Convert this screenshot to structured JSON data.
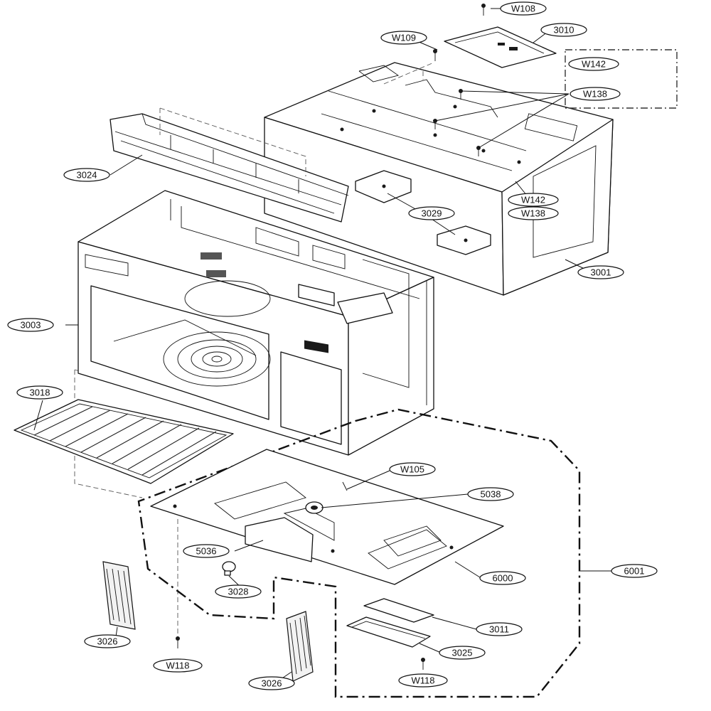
{
  "labels": {
    "w108": "W108",
    "w109": "W109",
    "p3010": "3010",
    "w142_top": "W142",
    "w138_top": "W138",
    "w142_mid": "W142",
    "w138_mid": "W138",
    "p3024": "3024",
    "p3029": "3029",
    "p3001": "3001",
    "p3003": "3003",
    "p3018": "3018",
    "w105": "W105",
    "p5038": "5038",
    "p5036": "5036",
    "p6000": "6000",
    "p6001": "6001",
    "p3028": "3028",
    "p3026a": "3026",
    "p3026b": "3026",
    "p3011": "3011",
    "p3025": "3025",
    "w118a": "W118",
    "w118b": "W118"
  }
}
